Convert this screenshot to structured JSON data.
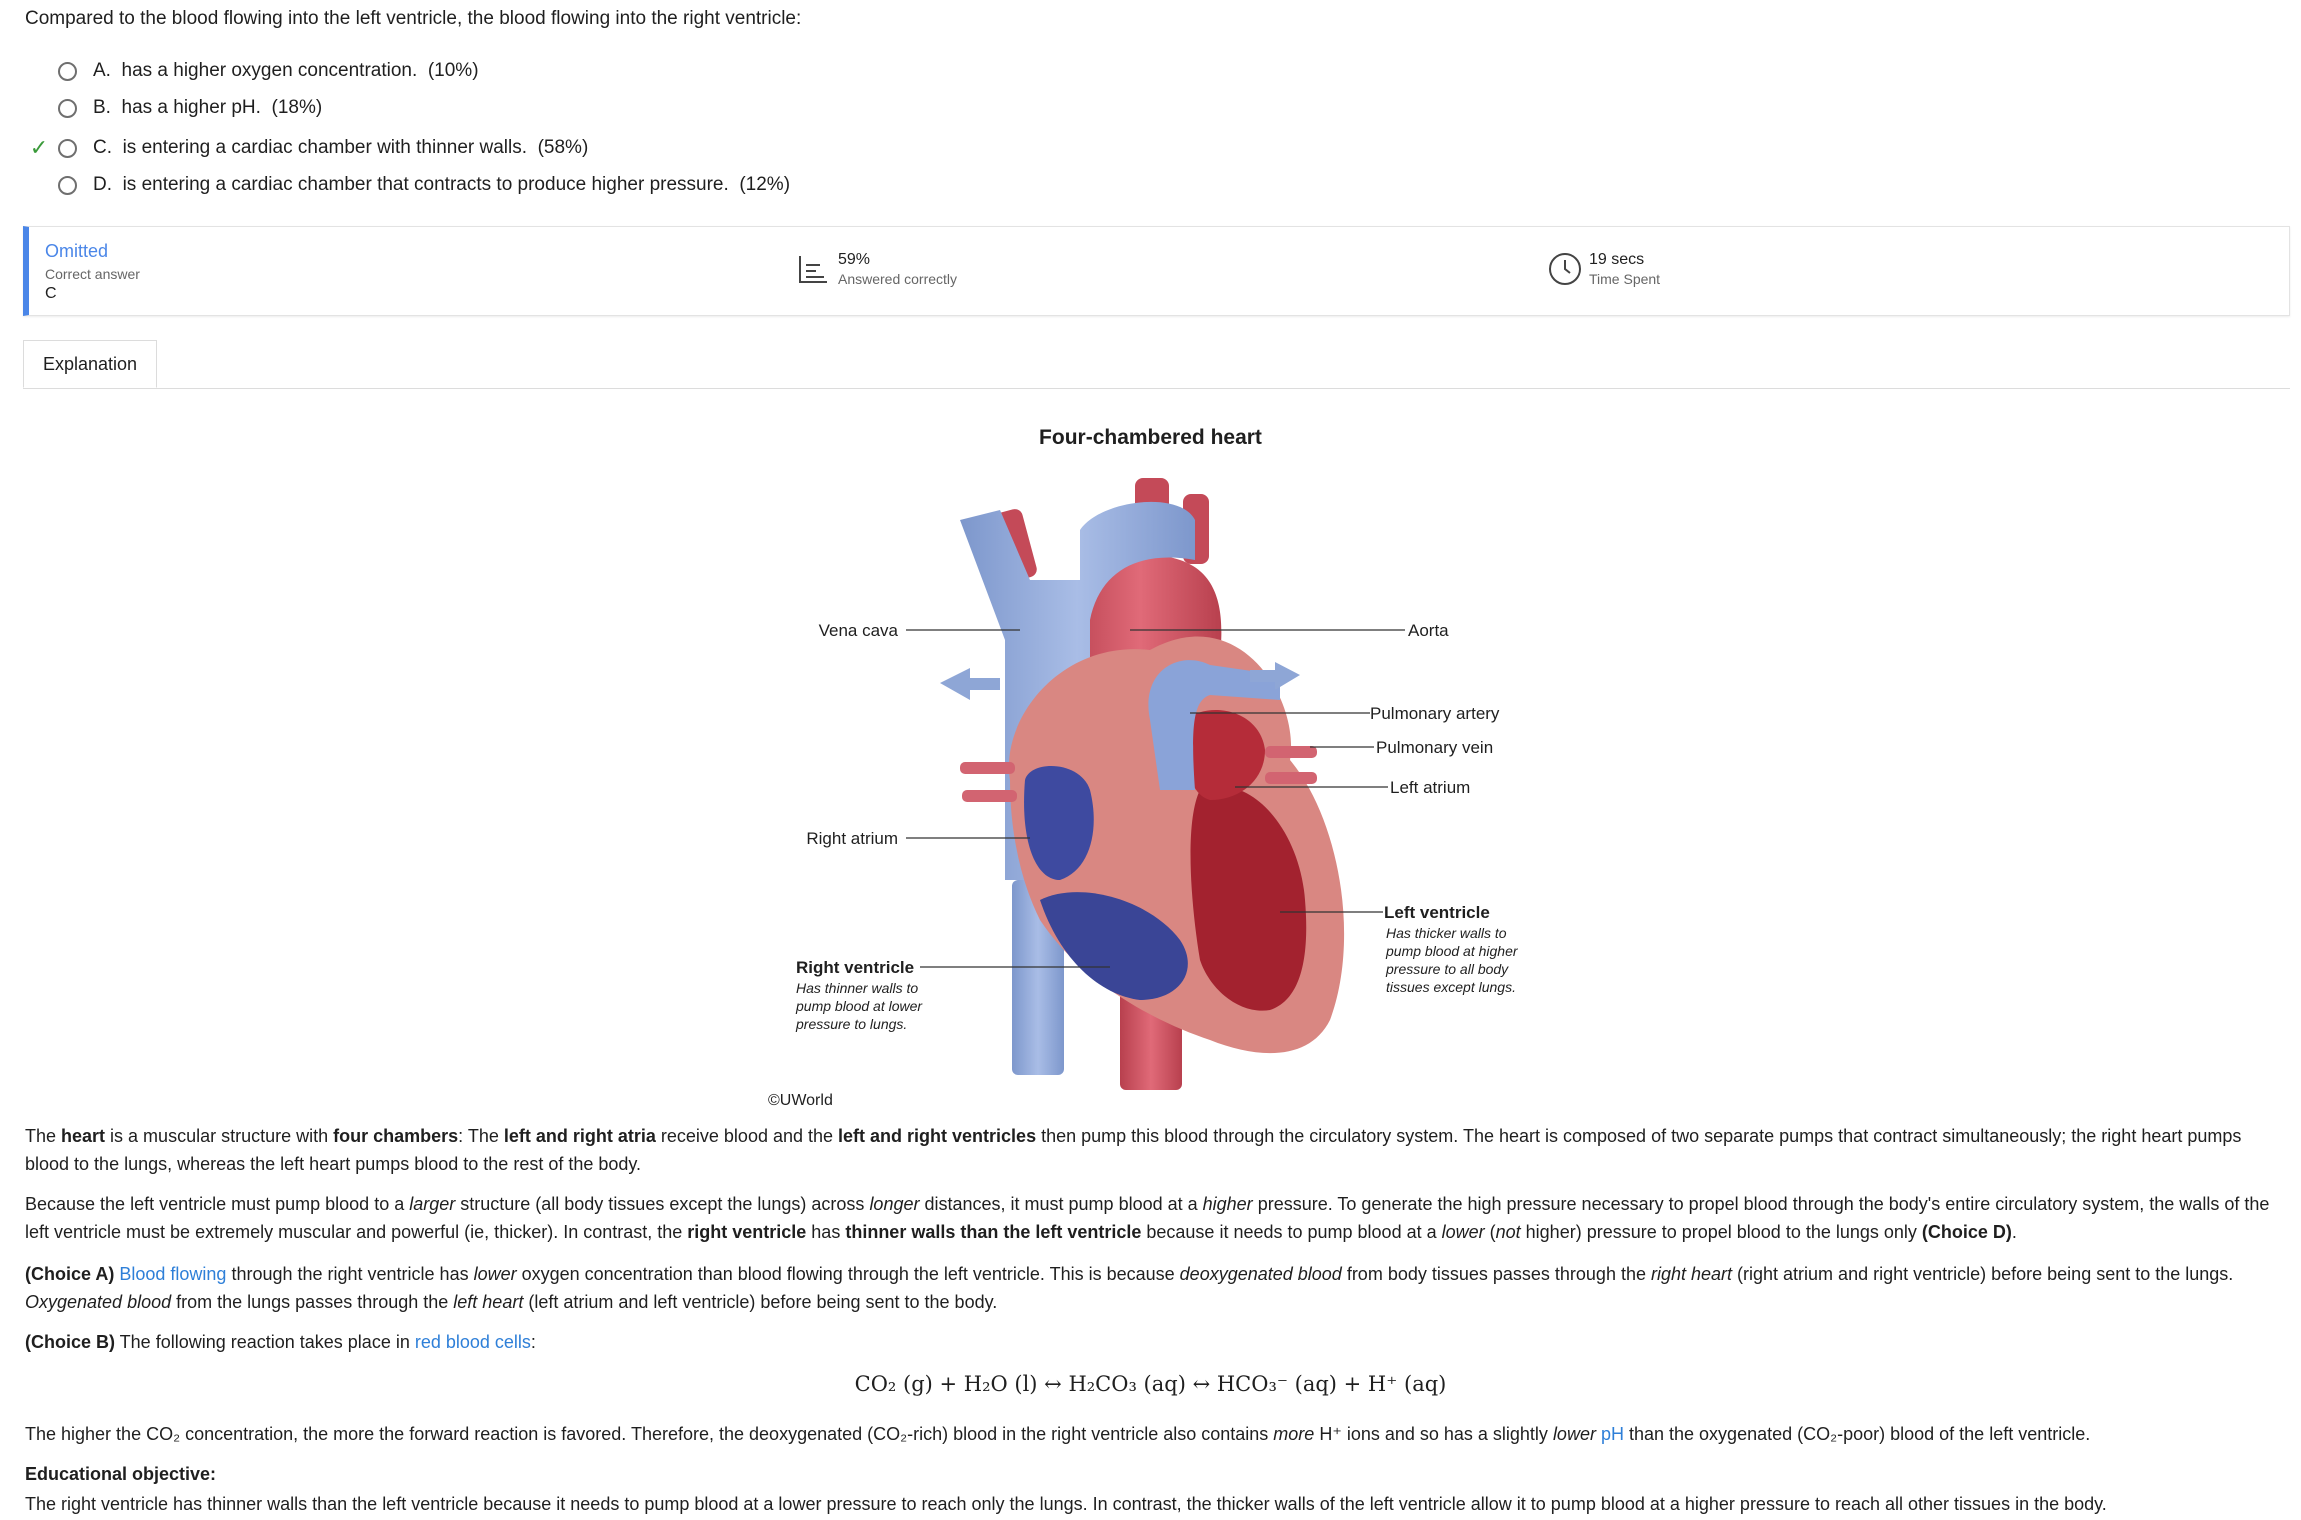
{
  "question": {
    "stem": "Compared to the blood flowing into the left ventricle, the blood flowing into the right ventricle:",
    "options": [
      {
        "letter": "A.",
        "text": "has a higher oxygen concentration.",
        "pct": "(10%)",
        "correct": false
      },
      {
        "letter": "B.",
        "text": "has a higher pH.",
        "pct": "(18%)",
        "correct": false
      },
      {
        "letter": "C.",
        "text": "is entering a cardiac chamber with thinner walls.",
        "pct": "(58%)",
        "correct": true
      },
      {
        "letter": "D.",
        "text": "is entering a cardiac chamber that contracts to produce higher pressure.",
        "pct": "(12%)",
        "correct": false
      }
    ]
  },
  "stats": {
    "status": "Omitted",
    "correct_answer_label": "Correct answer",
    "correct_answer": "C",
    "answered_pct": "59%",
    "answered_label": "Answered correctly",
    "time": "19 secs",
    "time_label": "Time Spent"
  },
  "tabs": {
    "explanation": "Explanation"
  },
  "figure": {
    "title": "Four-chambered heart",
    "labels": {
      "vena_cava": "Vena cava",
      "aorta": "Aorta",
      "pulmonary_artery": "Pulmonary artery",
      "pulmonary_vein": "Pulmonary vein",
      "left_atrium": "Left atrium",
      "right_atrium": "Right atrium",
      "left_ventricle": "Left ventricle",
      "left_ventricle_note": [
        "Has thicker walls to",
        "pump blood at higher",
        "pressure to all body",
        "tissues except lungs."
      ],
      "right_ventricle": "Right ventricle",
      "right_ventricle_note": [
        "Has thinner walls to",
        "pump blood at lower",
        "pressure to lungs."
      ]
    },
    "copyright": "©UWorld"
  },
  "explanation": {
    "p1": [
      {
        "t": "The "
      },
      {
        "t": "heart",
        "b": true
      },
      {
        "t": " is a muscular structure with "
      },
      {
        "t": "four chambers",
        "b": true
      },
      {
        "t": ":  The "
      },
      {
        "t": "left and right atria",
        "b": true
      },
      {
        "t": " receive blood and the "
      },
      {
        "t": "left and right ventricles",
        "b": true
      },
      {
        "t": " then pump this blood through the circulatory system.  The heart is composed of two separate pumps that contract simultaneously; the right heart pumps blood to the lungs, whereas the left heart pumps blood to the rest of the body."
      }
    ],
    "p2": [
      {
        "t": "Because the left ventricle must pump blood to a "
      },
      {
        "t": "larger",
        "i": true
      },
      {
        "t": " structure (all body tissues except the lungs) across "
      },
      {
        "t": "longer",
        "i": true
      },
      {
        "t": " distances, it must pump blood at a "
      },
      {
        "t": "higher",
        "i": true
      },
      {
        "t": " pressure.  To generate the high pressure necessary to propel blood through the body's entire circulatory system, the walls of the left ventricle must be extremely muscular and powerful (ie, thicker).  In contrast, the "
      },
      {
        "t": "right ventricle",
        "b": true
      },
      {
        "t": " has "
      },
      {
        "t": "thinner walls than the left ventricle",
        "b": true
      },
      {
        "t": " because it needs to pump blood at a "
      },
      {
        "t": "lower",
        "i": true
      },
      {
        "t": " ("
      },
      {
        "t": "not",
        "i": true
      },
      {
        "t": " higher) pressure to propel blood to the lungs only "
      },
      {
        "t": "(Choice D)",
        "b": true
      },
      {
        "t": "."
      }
    ],
    "p3": [
      {
        "t": "(Choice A)",
        "b": true
      },
      {
        "t": "  "
      },
      {
        "t": "Blood flowing",
        "link": true
      },
      {
        "t": " through the right ventricle has "
      },
      {
        "t": "lower",
        "i": true
      },
      {
        "t": " oxygen concentration than blood flowing through the left ventricle.  This is because "
      },
      {
        "t": "deoxygenated blood",
        "i": true
      },
      {
        "t": " from body tissues passes through the "
      },
      {
        "t": "right heart",
        "i": true
      },
      {
        "t": " (right atrium and right ventricle) before being sent to the lungs.  "
      },
      {
        "t": "Oxygenated blood",
        "i": true
      },
      {
        "t": " from the lungs passes through the "
      },
      {
        "t": "left heart",
        "i": true
      },
      {
        "t": " (left atrium and left ventricle) before being sent to the body."
      }
    ],
    "p4": [
      {
        "t": "(Choice B)",
        "b": true
      },
      {
        "t": "  The following reaction takes place in "
      },
      {
        "t": "red blood cells",
        "link": true
      },
      {
        "t": ":"
      }
    ],
    "equation": "CO₂ (g) + H₂O (l) ↔ H₂CO₃ (aq) ↔ HCO₃⁻ (aq) + H⁺ (aq)",
    "p5": [
      {
        "t": "The higher the CO₂ concentration, the more the forward reaction is favored.  Therefore, the deoxygenated (CO₂-rich) blood in the right ventricle also contains "
      },
      {
        "t": "more",
        "i": true
      },
      {
        "t": " H⁺ ions and so has a slightly "
      },
      {
        "t": "lower",
        "i": true
      },
      {
        "t": " "
      },
      {
        "t": "pH",
        "link": true
      },
      {
        "t": " than the oxygenated (CO₂-poor) blood of the left ventricle."
      }
    ],
    "objective_title": "Educational objective:",
    "objective": "The right ventricle has thinner walls than the left ventricle because it needs to pump blood at a lower pressure to reach only the lungs.  In contrast, the thicker walls of the left ventricle allow it to pump blood at a higher pressure to reach all other tissues in the body."
  },
  "colors": {
    "accent": "#4a86e8",
    "link": "#2e7fd8",
    "check": "#3a9a3a",
    "oxy": "#c8424f",
    "deoxy": "#3f4fa0",
    "vessel_blue": "#8ea6d6"
  }
}
